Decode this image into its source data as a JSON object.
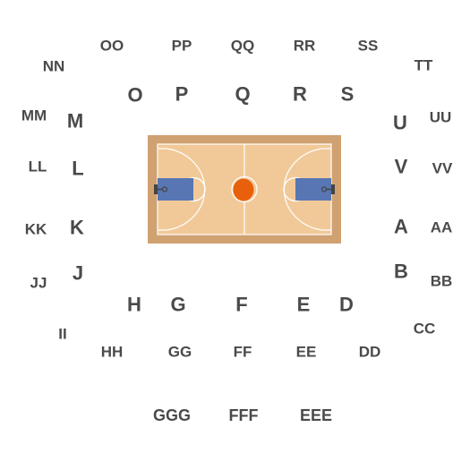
{
  "colors": {
    "label": "#4a4a4a",
    "court_surround": "#d0a171",
    "court_wood": "#f1c998",
    "court_lines": "#ffffff",
    "paint": "#5876b3",
    "ball": "#e8600c",
    "hoop": "#444444"
  },
  "sections": {
    "inner": {
      "O": "O",
      "P": "P",
      "Q": "Q",
      "R": "R",
      "S": "S",
      "M": "M",
      "L": "L",
      "K": "K",
      "J": "J",
      "U": "U",
      "V": "V",
      "A": "A",
      "B": "B",
      "H": "H",
      "G": "G",
      "F": "F",
      "E": "E",
      "D": "D"
    },
    "outer": {
      "OO": "OO",
      "PP": "PP",
      "QQ": "QQ",
      "RR": "RR",
      "SS": "SS",
      "NN": "NN",
      "TT": "TT",
      "MM": "MM",
      "UU": "UU",
      "LL": "LL",
      "VV": "VV",
      "KK": "KK",
      "AA": "AA",
      "JJ": "JJ",
      "BB": "BB",
      "II": "II",
      "CC": "CC",
      "HH": "HH",
      "GG": "GG",
      "FF": "FF",
      "EE": "EE",
      "DD": "DD"
    },
    "upper": {
      "GGG": "GGG",
      "FFF": "FFF",
      "EEE": "EEE"
    }
  }
}
